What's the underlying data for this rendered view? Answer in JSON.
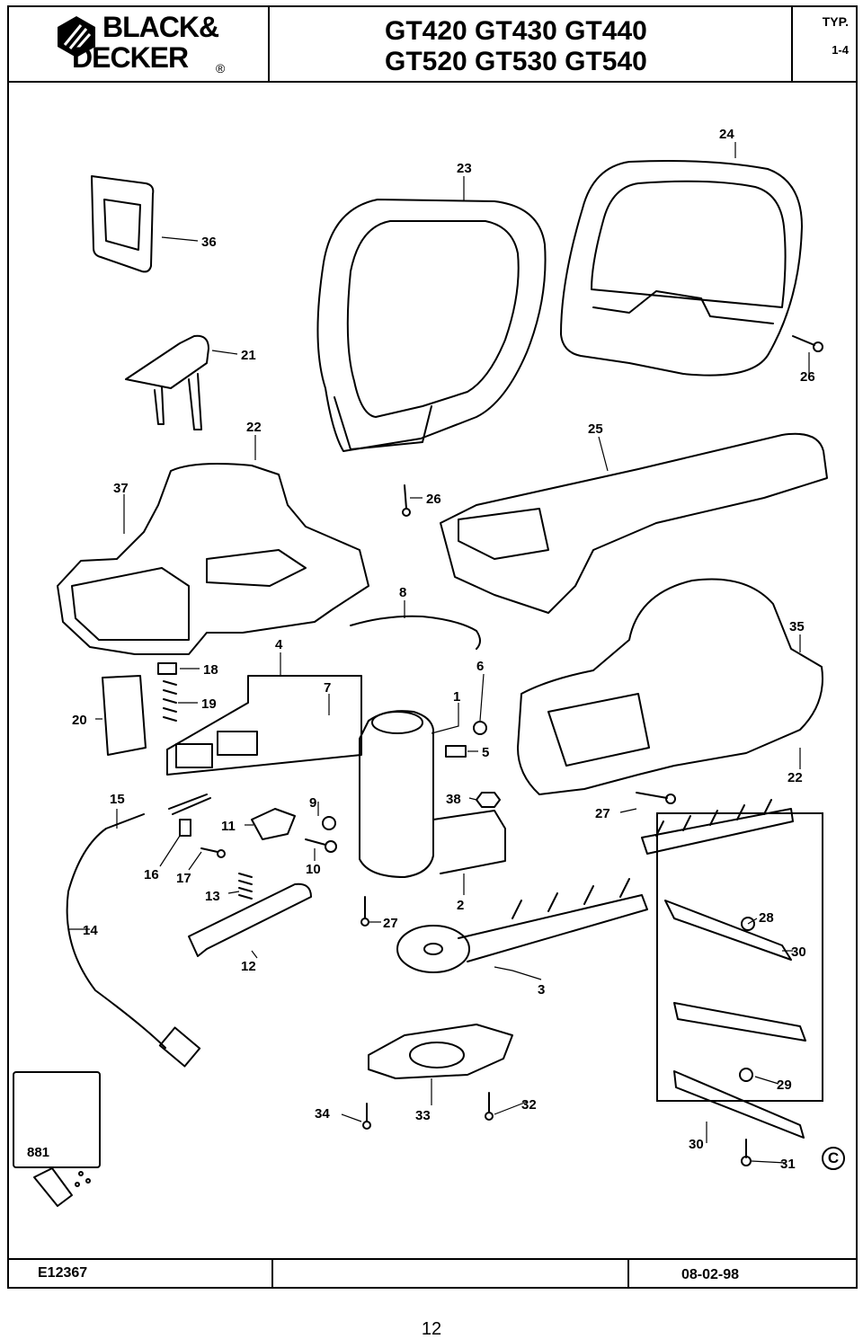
{
  "header": {
    "brand_line1": "BLACK&",
    "brand_line2": "DECKER",
    "brand_reg": "®",
    "model_line1": "GT420 GT430 GT440",
    "model_line2": "GT520 GT530 GT540",
    "typ_label": "TYP.",
    "typ_value": "1-4"
  },
  "callouts": [
    {
      "id": "c24",
      "text": "24"
    },
    {
      "id": "c23",
      "text": "23"
    },
    {
      "id": "c36",
      "text": "36"
    },
    {
      "id": "c21",
      "text": "21"
    },
    {
      "id": "c26a",
      "text": "26"
    },
    {
      "id": "c22a",
      "text": "22"
    },
    {
      "id": "c25",
      "text": "25"
    },
    {
      "id": "c37",
      "text": "37"
    },
    {
      "id": "c26b",
      "text": "26"
    },
    {
      "id": "c8",
      "text": "8"
    },
    {
      "id": "c35",
      "text": "35"
    },
    {
      "id": "c4",
      "text": "4"
    },
    {
      "id": "c18",
      "text": "18"
    },
    {
      "id": "c6",
      "text": "6"
    },
    {
      "id": "c20",
      "text": "20"
    },
    {
      "id": "c19",
      "text": "19"
    },
    {
      "id": "c7",
      "text": "7"
    },
    {
      "id": "c1",
      "text": "1"
    },
    {
      "id": "c5",
      "text": "5"
    },
    {
      "id": "c22b",
      "text": "22"
    },
    {
      "id": "c15",
      "text": "15"
    },
    {
      "id": "c9",
      "text": "9"
    },
    {
      "id": "c38",
      "text": "38"
    },
    {
      "id": "c27a",
      "text": "27"
    },
    {
      "id": "c11",
      "text": "11"
    },
    {
      "id": "c16",
      "text": "16"
    },
    {
      "id": "c17",
      "text": "17"
    },
    {
      "id": "c10",
      "text": "10"
    },
    {
      "id": "c13",
      "text": "13"
    },
    {
      "id": "c2",
      "text": "2"
    },
    {
      "id": "c28",
      "text": "28"
    },
    {
      "id": "c14",
      "text": "14"
    },
    {
      "id": "c27b",
      "text": "27"
    },
    {
      "id": "c30a",
      "text": "30"
    },
    {
      "id": "c12",
      "text": "12"
    },
    {
      "id": "c3",
      "text": "3"
    },
    {
      "id": "c29",
      "text": "29"
    },
    {
      "id": "c34",
      "text": "34"
    },
    {
      "id": "c33",
      "text": "33"
    },
    {
      "id": "c32",
      "text": "32"
    },
    {
      "id": "c30b",
      "text": "30"
    },
    {
      "id": "c31",
      "text": "31"
    }
  ],
  "accessory": {
    "label": "881"
  },
  "copyright": "C",
  "footer": {
    "drawing_no": "E12367",
    "date": "08-02-98"
  },
  "page_number": "12"
}
